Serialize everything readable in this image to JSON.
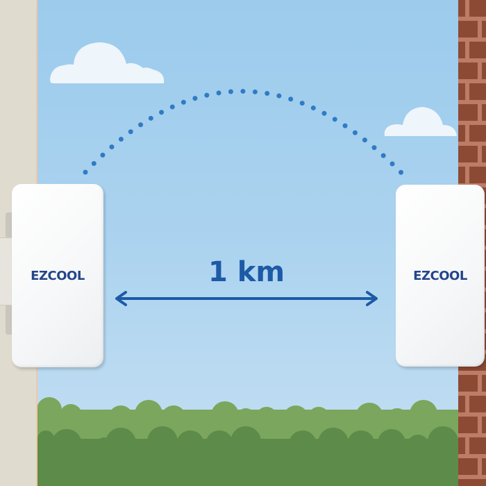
{
  "scene": {
    "description": "Two outdoor wireless bridge devices mounted on walls, linked over 1 km",
    "colors": {
      "sky_top": "#9ccbec",
      "sky_bottom": "#c6e0f3",
      "accent_blue": "#1d5aa6",
      "signal_dots": "#2f7bc4",
      "brand_text": "#23458a",
      "hedge_light": "#7ba65d",
      "hedge_dark": "#5d8b4a",
      "brick": "#8c4a35",
      "mortar": "#bd7c66",
      "stucco_wall": "#e0dbcf"
    }
  },
  "devices": {
    "left": {
      "brand": "EZCOOL"
    },
    "right": {
      "brand": "EZCOOL"
    }
  },
  "link": {
    "distance_label": "1 km",
    "signal_arc": "dotted-arc"
  }
}
